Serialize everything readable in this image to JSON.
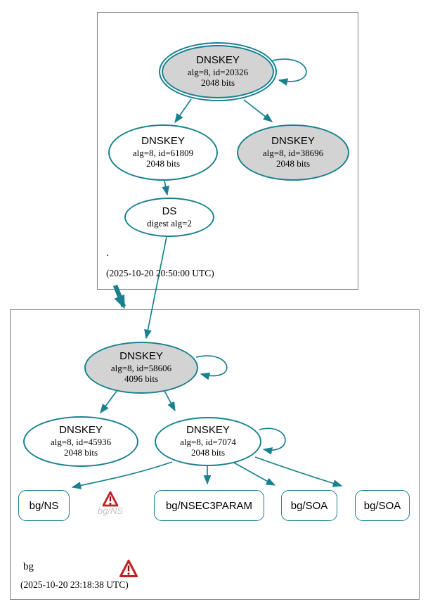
{
  "colors": {
    "teal": "#18818f",
    "node_fill_gray": "#d3d3d3",
    "warning_red": "#c42121",
    "muted_text": "#c4c4c4",
    "box_border": "#7f7f7f"
  },
  "zones": {
    "root": {
      "label": ".",
      "timestamp": "(2025-10-20 20:50:00 UTC)"
    },
    "bg": {
      "label": "bg",
      "timestamp": "(2025-10-20 23:18:38 UTC)"
    }
  },
  "nodes": {
    "root_ksk": {
      "title": "DNSKEY",
      "detail1": "alg=8, id=20326",
      "detail2": "2048 bits"
    },
    "root_zsk": {
      "title": "DNSKEY",
      "detail1": "alg=8, id=61809",
      "detail2": "2048 bits"
    },
    "root_key_38696": {
      "title": "DNSKEY",
      "detail1": "alg=8, id=38696",
      "detail2": "2048 bits"
    },
    "root_ds": {
      "title": "DS",
      "detail1": "digest alg=2"
    },
    "bg_ksk": {
      "title": "DNSKEY",
      "detail1": "alg=8, id=58606",
      "detail2": "4096 bits"
    },
    "bg_key_45936": {
      "title": "DNSKEY",
      "detail1": "alg=8, id=45936",
      "detail2": "2048 bits"
    },
    "bg_zsk": {
      "title": "DNSKEY",
      "detail1": "alg=8, id=7074",
      "detail2": "2048 bits"
    },
    "bg_ns": {
      "label": "bg/NS"
    },
    "bg_nsec3param": {
      "label": "bg/NSEC3PARAM"
    },
    "bg_soa_1": {
      "label": "bg/SOA"
    },
    "bg_soa_2": {
      "label": "bg/SOA"
    }
  },
  "warnings": {
    "ns_ghost_label": "bg/NS"
  }
}
